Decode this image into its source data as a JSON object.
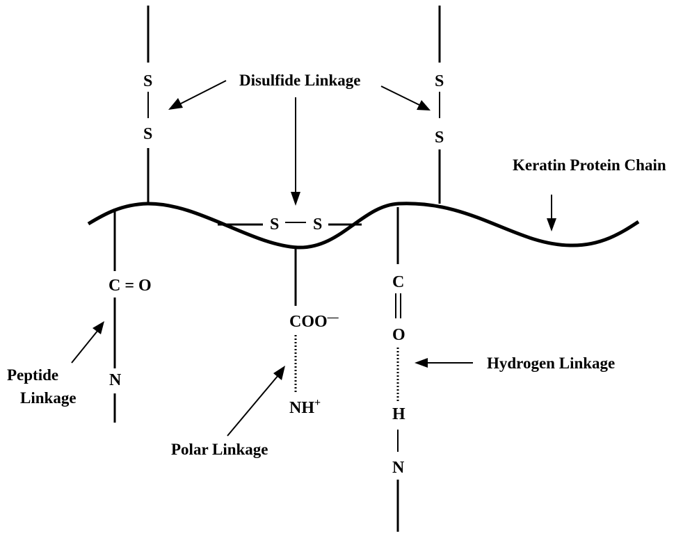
{
  "labels": {
    "disulfide": "Disulfide Linkage",
    "keratin": "Keratin Protein Chain",
    "peptide_line1": "Peptide",
    "peptide_line2": "Linkage",
    "polar": "Polar Linkage",
    "hydrogen": "Hydrogen Linkage"
  },
  "atoms": {
    "s": "S",
    "c_eq_o": "C = O",
    "n": "N",
    "coo": "COO",
    "coo_charge": "––",
    "nh": "NH",
    "nh_charge": "+",
    "c": "C",
    "o": "O",
    "h": "H"
  },
  "colors": {
    "ink": "#000000",
    "background": "#ffffff"
  }
}
